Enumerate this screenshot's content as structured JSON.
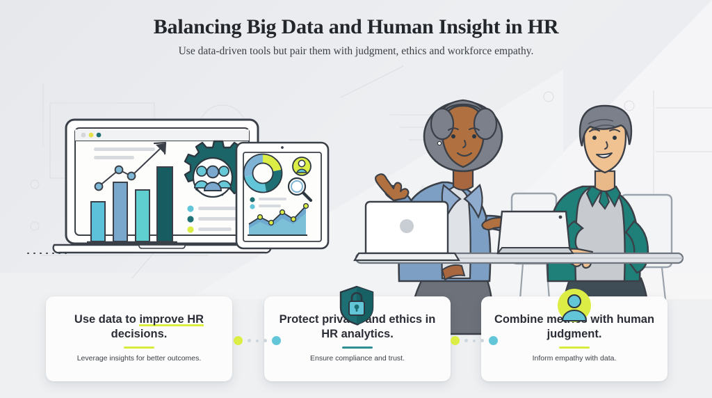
{
  "header": {
    "title": "Balancing Big Data and Human Insight in HR",
    "subtitle": "Use data-driven tools but pair them with judgment, ethics and workforce empathy."
  },
  "cards": [
    {
      "id": "card-use-data",
      "title_pre": "Use data to ",
      "title_highlight": "improve HR",
      "title_post": " decisions.",
      "subtitle": "Leverage insights for better outcomes.",
      "divider_color": "#d7eb3d",
      "badge": "none"
    },
    {
      "id": "card-protect-privacy",
      "title_pre": "Protect privacy and ethics in HR analytics.",
      "title_highlight": "",
      "title_post": "",
      "subtitle": "Ensure compliance and trust.",
      "divider_color": "#2e8f93",
      "badge": "shield-lock-icon"
    },
    {
      "id": "card-combine-metrics",
      "title_pre": "Combine metrics with human judgment.",
      "title_highlight": "",
      "title_post": "",
      "subtitle": "Inform empathy with data.",
      "divider_color": "#d7eb3d",
      "badge": "person-avatar-icon"
    }
  ],
  "illustration": {
    "laptop_screen": {
      "icons": [
        "gear-people-icon"
      ],
      "bars": [
        {
          "color": "#5ec1da",
          "height": 54
        },
        {
          "color": "#7aa8cc",
          "height": 90
        },
        {
          "color": "#5fcfd0",
          "height": 70
        },
        {
          "color": "#165c60",
          "height": 120
        }
      ],
      "line_points": [
        18,
        52,
        30,
        74
      ],
      "list_bullets": [
        "#63c6d8",
        "#1d7174",
        "#dcee45"
      ],
      "window_dots": [
        "#d3d6da",
        "#e3e04a",
        "#1d7174"
      ]
    },
    "tablet_screen": {
      "donut_segments": [
        {
          "color": "#dcee45",
          "pct": 22
        },
        {
          "color": "#1d6f73",
          "pct": 25
        },
        {
          "color": "#63c6d8",
          "pct": 25
        },
        {
          "color": "#7fb3d5",
          "pct": 28
        }
      ],
      "icons": [
        "person-avatar-icon",
        "magnifier-icon"
      ],
      "area_chart_points": [
        30,
        55,
        38,
        64,
        46,
        86
      ],
      "list_bullets": [
        "#1d7174",
        "#63c6d8"
      ]
    },
    "people": [
      "person-woman-presenting",
      "person-man-listening"
    ],
    "desk_items": [
      "laptop-device",
      "tablet-device"
    ]
  },
  "palette": {
    "background": "#e9ebee",
    "card_bg": "#fcfcfc",
    "text_dark": "#2b2e36",
    "accent_yellow": "#dcee45",
    "accent_teal": "#1d7174",
    "accent_cyan": "#63c6d8",
    "accent_blue": "#7aa8cc"
  }
}
